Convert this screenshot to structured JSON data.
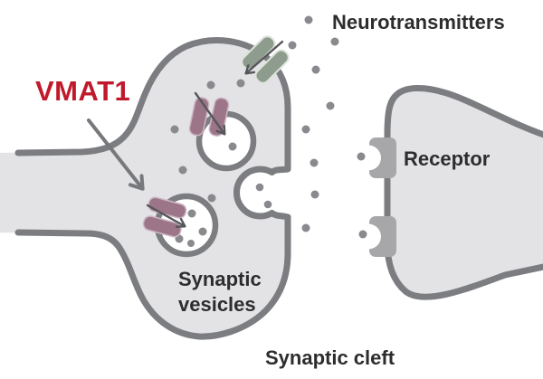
{
  "labels": {
    "vmat1": "VMAT1",
    "neurotransmitters": "Neurotransmitters",
    "receptor": "Receptor",
    "synaptic_vesicles_line1": "Synaptic",
    "synaptic_vesicles_line2": "vesicles",
    "synaptic_cleft": "Synaptic cleft"
  },
  "colors": {
    "vmat1_red": "#c0192b",
    "label_text": "#2d2d2f",
    "cell_fill": "#e3e3e5",
    "membrane_gray": "#7c7d80",
    "dot_gray": "#898a8d",
    "transporter_purple": "#9c7589",
    "transporter_green": "#8e9c8d",
    "receptor_gray": "#a7a7aa"
  },
  "icons": {
    "vmat1_transporter": "purple paired-channel icon",
    "membrane_transporter": "green paired-channel icon",
    "receptor": "gray socket icon",
    "neurotransmitter": "gray dot",
    "arrow": "gray pointer arrow"
  }
}
